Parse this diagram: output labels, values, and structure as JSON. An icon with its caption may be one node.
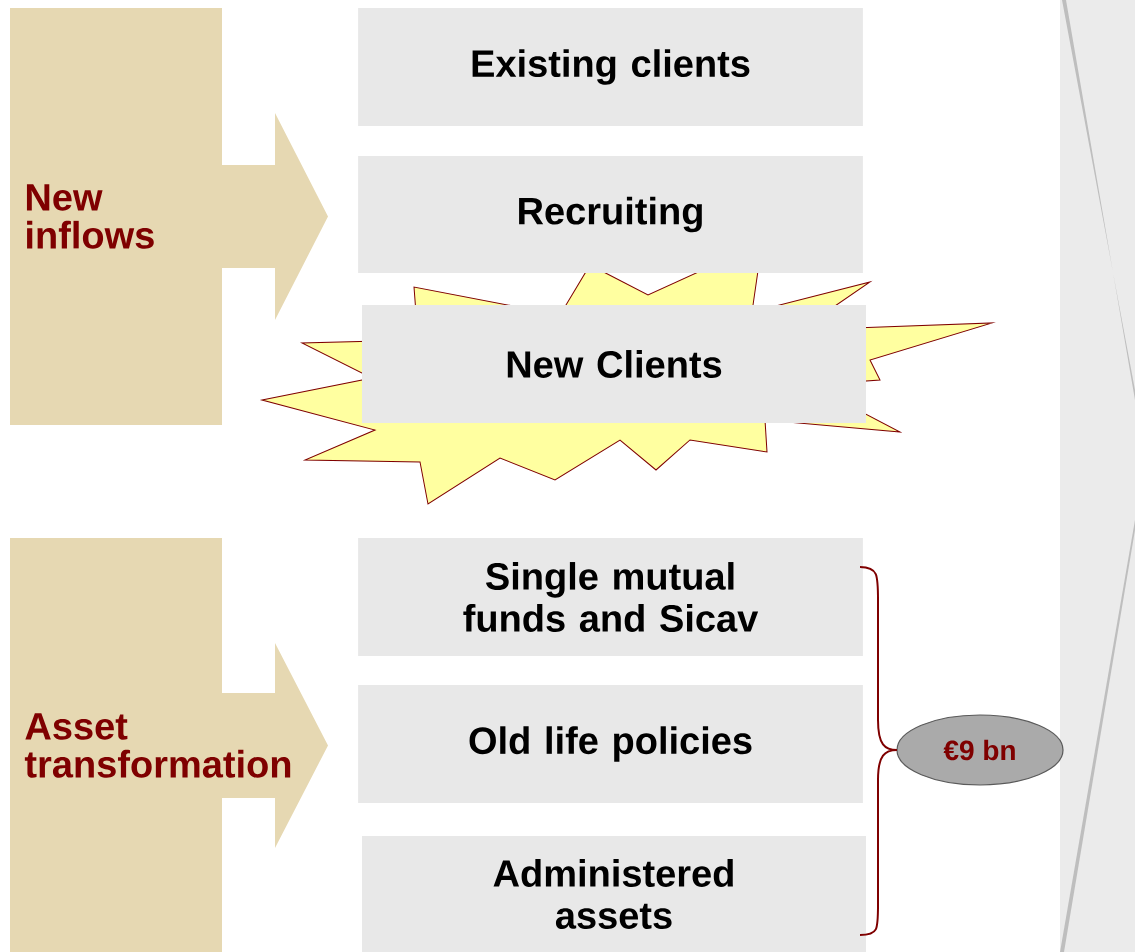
{
  "diagram": {
    "nodes": [
      {
        "text": [
          "New inflows"
        ]
      },
      {
        "text": [
          "Existing clients"
        ]
      },
      {
        "text": [
          "Recruiting"
        ]
      },
      {
        "text": [
          "New Clients"
        ]
      },
      {
        "text": [
          "Asset transformation"
        ]
      },
      {
        "text": [
          "Single mutual funds and Sicav"
        ]
      },
      {
        "text": [
          "Old life policies"
        ]
      },
      {
        "text": [
          "Administered assets"
        ]
      },
      {
        "text": [
          "€9 bn"
        ]
      },
      {
        "text": [],
        "shape": "arrow"
      }
    ]
  }
}
